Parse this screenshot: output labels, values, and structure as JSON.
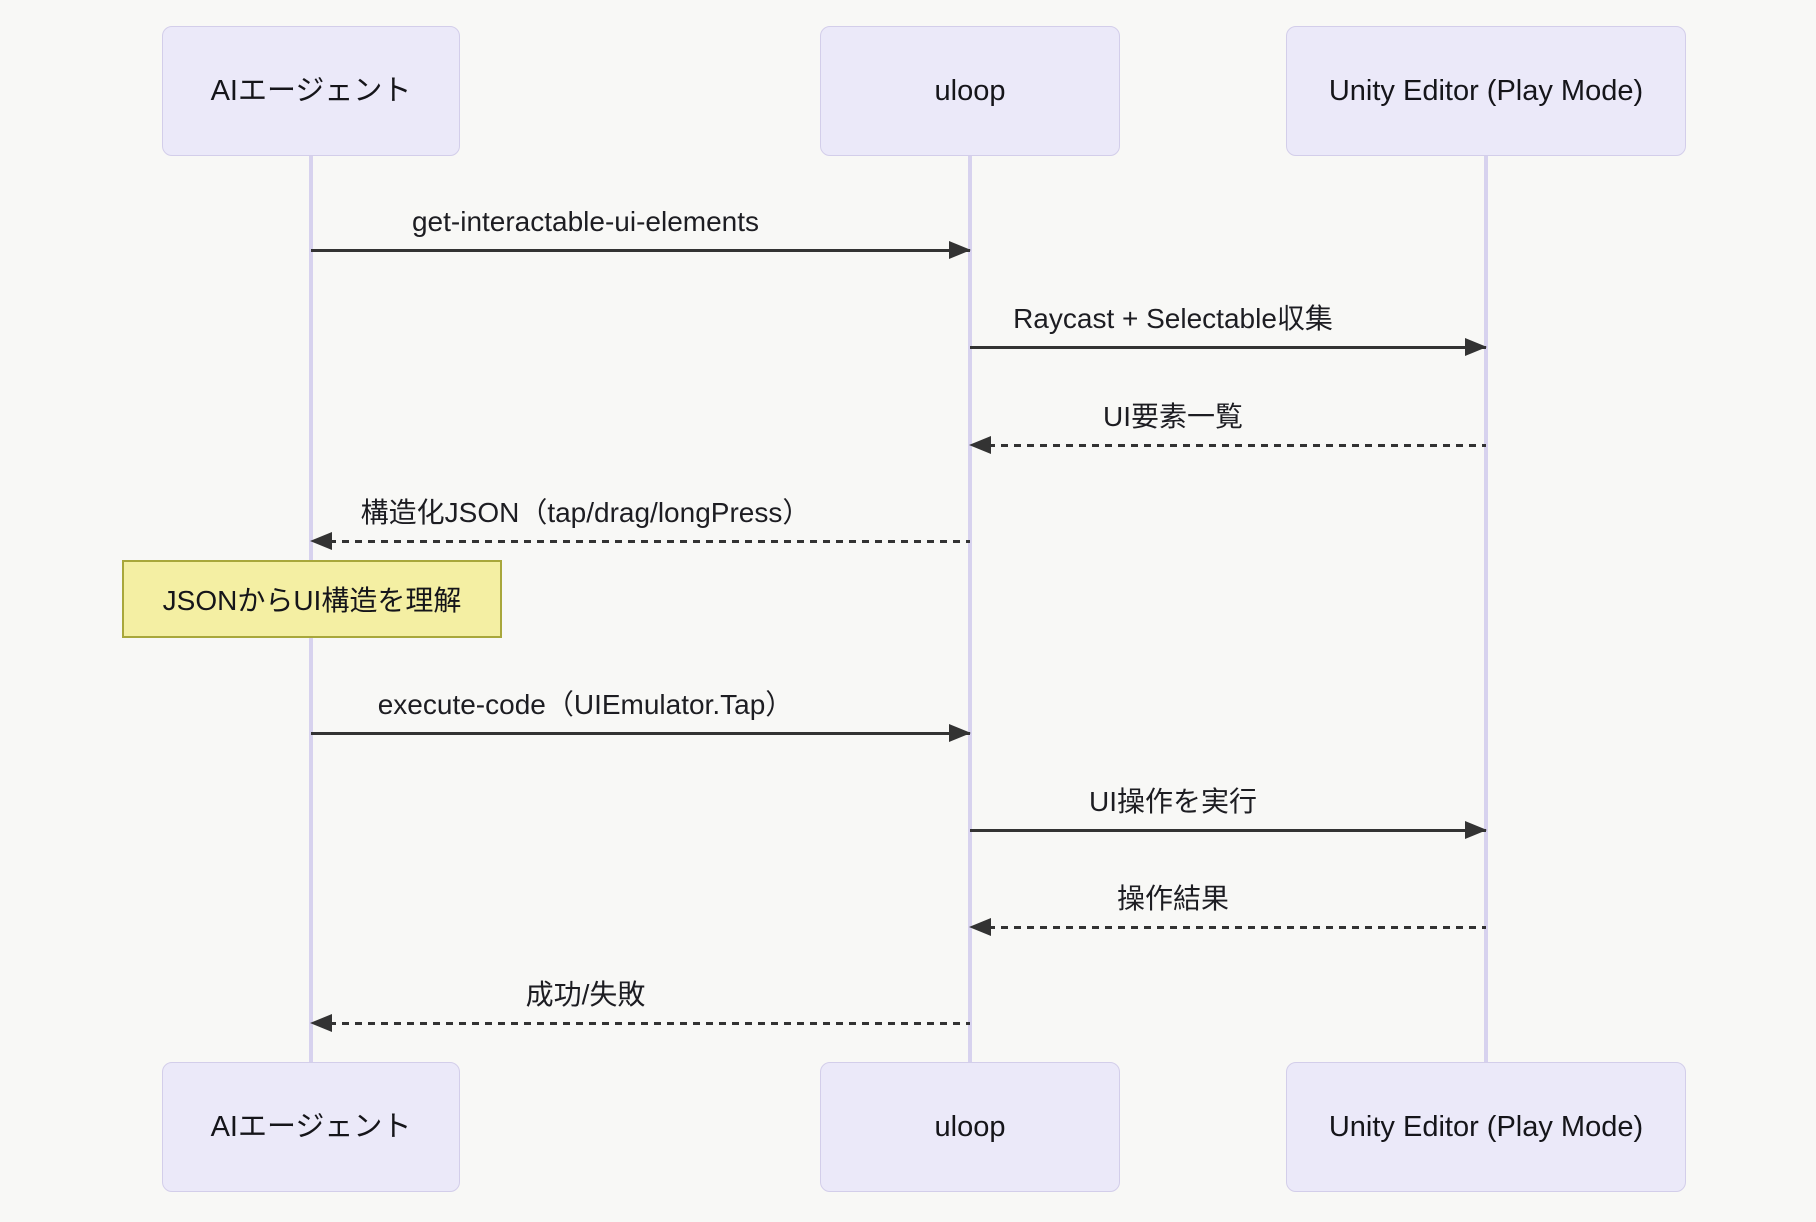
{
  "diagram": {
    "type": "sequence-diagram",
    "colors": {
      "background": "#f8f8f6",
      "actor_fill": "#ebe9f9",
      "actor_border": "#d3ceea",
      "lifeline": "#d7d2ee",
      "arrow": "#333333",
      "note_fill": "#f4efa3",
      "note_border": "#a8a73b",
      "text": "#15151a"
    }
  },
  "actors": [
    {
      "label": "AIエージェント"
    },
    {
      "label": "uloop"
    },
    {
      "label": "Unity Editor (Play Mode)"
    }
  ],
  "messages": [
    {
      "label": "get-interactable-ui-elements",
      "from": "AIエージェント",
      "to": "uloop",
      "line": "solid",
      "direction": "right"
    },
    {
      "label": "Raycast + Selectable収集",
      "from": "uloop",
      "to": "Unity Editor (Play Mode)",
      "line": "solid",
      "direction": "right"
    },
    {
      "label": "UI要素一覧",
      "from": "Unity Editor (Play Mode)",
      "to": "uloop",
      "line": "dashed",
      "direction": "left"
    },
    {
      "label": "構造化JSON（tap/drag/longPress）",
      "from": "uloop",
      "to": "AIエージェント",
      "line": "dashed",
      "direction": "left"
    },
    {
      "label": "execute-code（UIEmulator.Tap）",
      "from": "AIエージェント",
      "to": "uloop",
      "line": "solid",
      "direction": "right"
    },
    {
      "label": "UI操作を実行",
      "from": "uloop",
      "to": "Unity Editor (Play Mode)",
      "line": "solid",
      "direction": "right"
    },
    {
      "label": "操作結果",
      "from": "Unity Editor (Play Mode)",
      "to": "uloop",
      "line": "dashed",
      "direction": "left"
    },
    {
      "label": "成功/失敗",
      "from": "uloop",
      "to": "AIエージェント",
      "line": "dashed",
      "direction": "left"
    }
  ],
  "note": {
    "label": "JSONからUI構造を理解",
    "over": "AIエージェント"
  }
}
